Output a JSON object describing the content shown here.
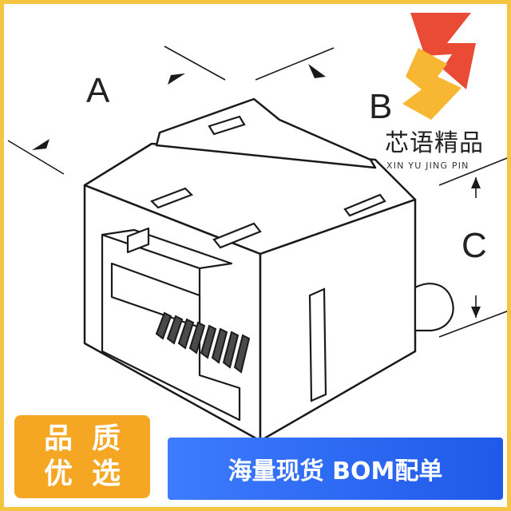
{
  "dimensions": {
    "a": "A",
    "b": "B",
    "c": "C"
  },
  "brand": {
    "chinese": "芯语精品",
    "pinyin": "XIN YU JING PIN"
  },
  "badge": {
    "line1": "品质",
    "line2": "优选"
  },
  "banner": {
    "text": "海量现货 BOM配单"
  },
  "colors": {
    "frame": "#f5c542",
    "badge": "#f5a623",
    "banner": "#2a66f0",
    "logo_red": "#e94b35",
    "logo_yellow": "#f7b733"
  }
}
